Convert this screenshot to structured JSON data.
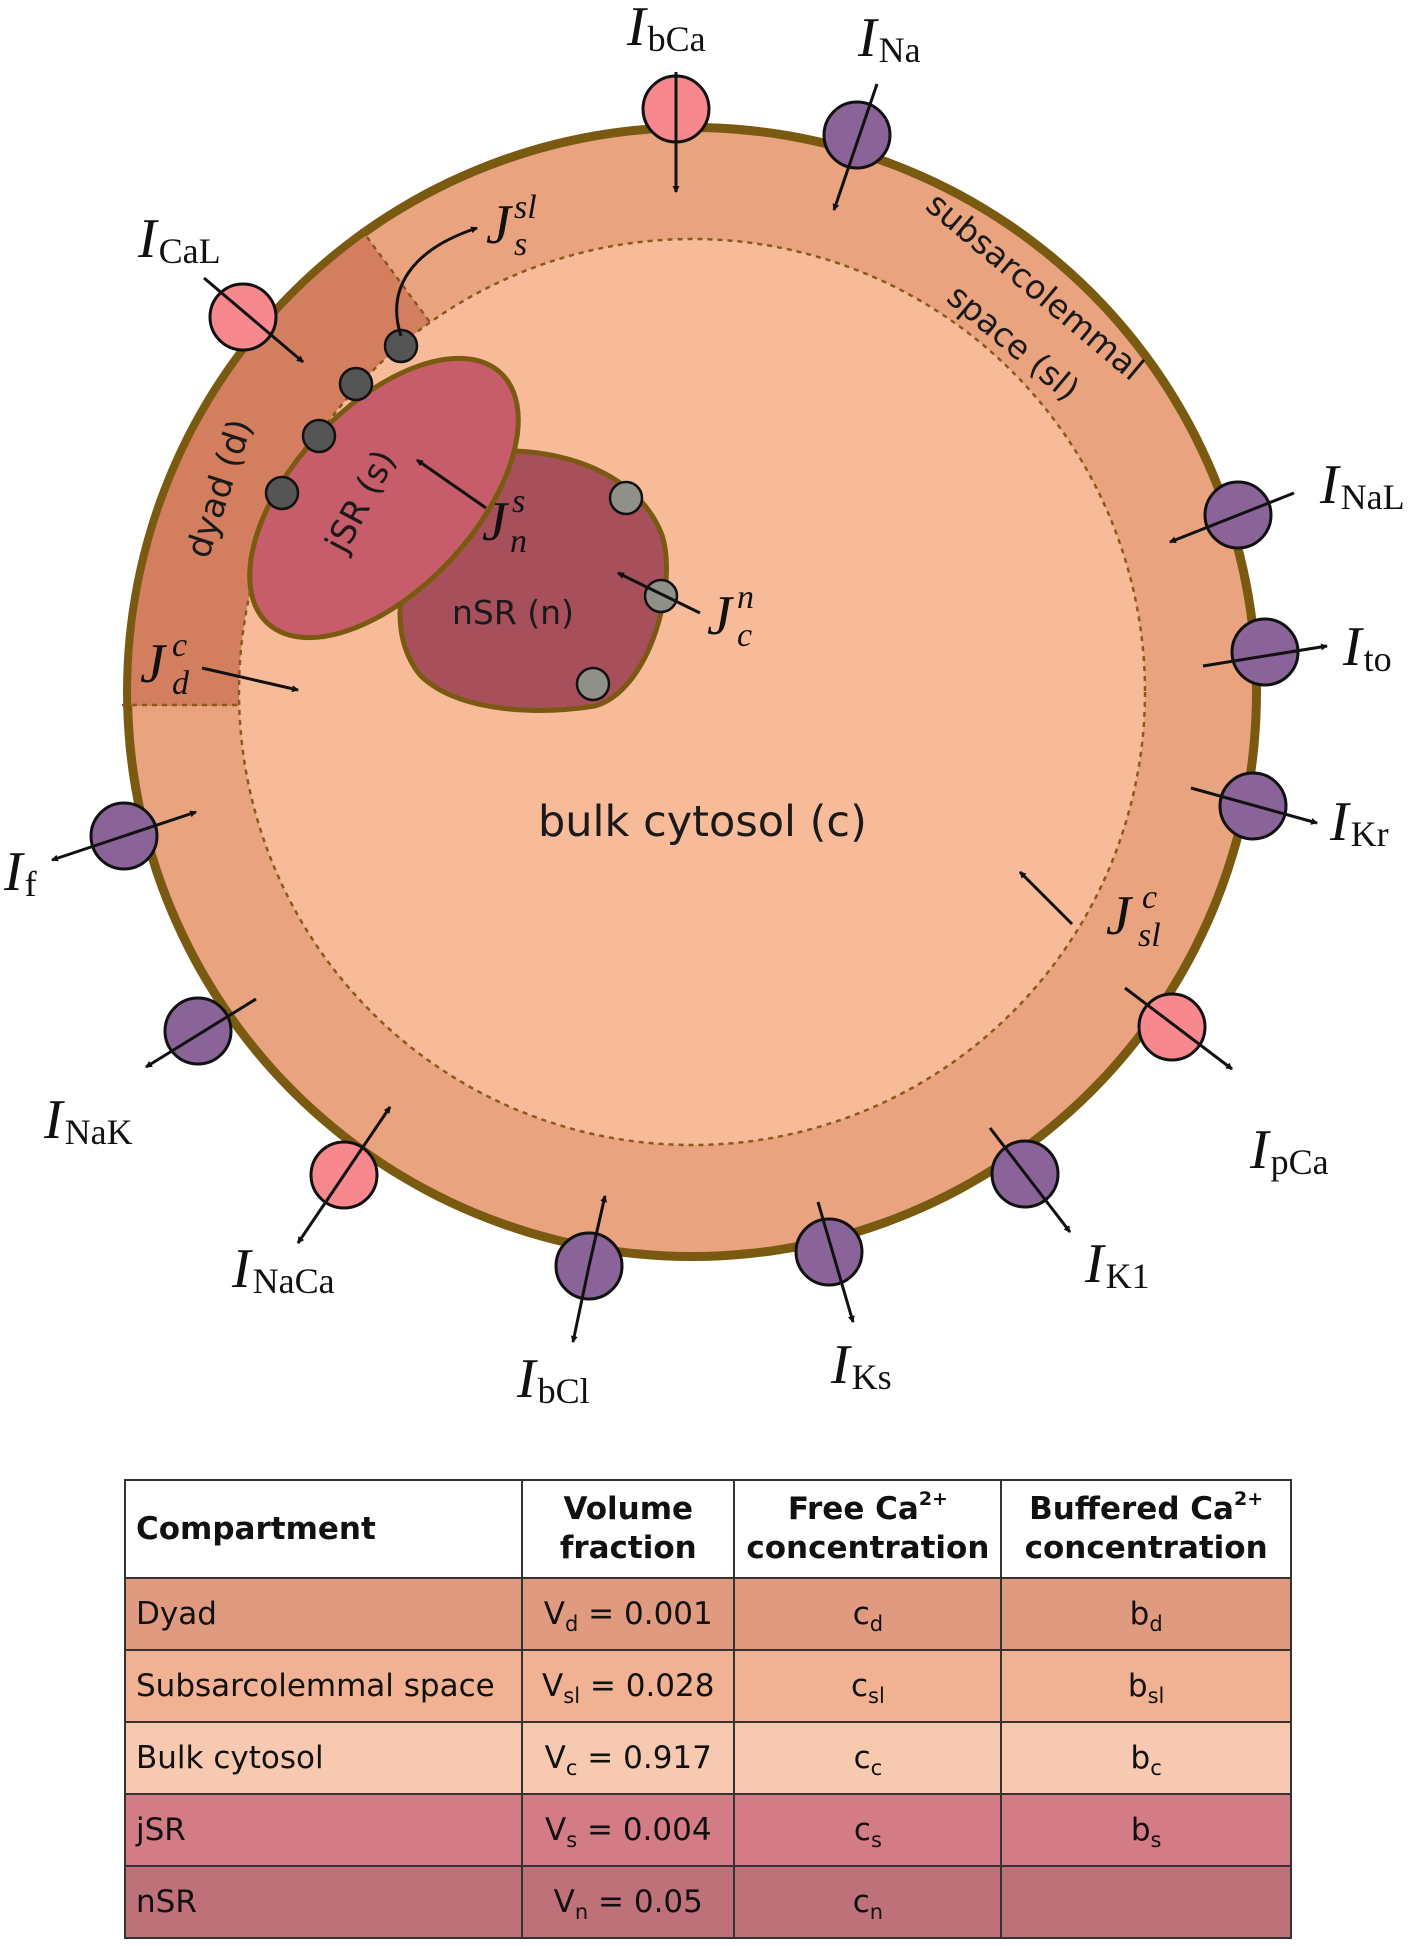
{
  "diagram": {
    "currents": {
      "ICaL": {
        "base": "I",
        "sub": "CaL"
      },
      "IbCa": {
        "base": "I",
        "sub": "bCa"
      },
      "INa": {
        "base": "I",
        "sub": "Na"
      },
      "INaL": {
        "base": "I",
        "sub": "NaL"
      },
      "Ito": {
        "base": "I",
        "sub": "to"
      },
      "IKr": {
        "base": "I",
        "sub": "Kr"
      },
      "IpCa": {
        "base": "I",
        "sub": "pCa"
      },
      "IK1": {
        "base": "I",
        "sub": "K1"
      },
      "IKs": {
        "base": "I",
        "sub": "Ks"
      },
      "IbCl": {
        "base": "I",
        "sub": "bCl"
      },
      "INaCa": {
        "base": "I",
        "sub": "NaCa"
      },
      "INaK": {
        "base": "I",
        "sub": "NaK"
      },
      "If": {
        "base": "I",
        "sub": "f"
      }
    },
    "fluxes": {
      "Jssl": {
        "base": "J",
        "sup": "sl",
        "sub": "s"
      },
      "Jns": {
        "base": "J",
        "sup": "s",
        "sub": "n"
      },
      "Jcn": {
        "base": "J",
        "sup": "n",
        "sub": "c"
      },
      "Jdc": {
        "base": "J",
        "sup": "c",
        "sub": "d"
      },
      "Jslc": {
        "base": "J",
        "sup": "c",
        "sub": "sl"
      }
    },
    "regions": {
      "subsarcolemmal_line1": "subsarcolemmal",
      "subsarcolemmal_line2": "space (sl)",
      "dyad": "dyad (d)",
      "jsr": "jSR (s)",
      "nsr": "nSR (n)",
      "bulk": "bulk cytosol (c)"
    },
    "colors": {
      "membrane": "#7a5a10",
      "subsarcolemmal": "#eaa37f",
      "dyad": "#d27e5f",
      "bulk": "#f8bb9a",
      "jsr": "#c75c6a",
      "nsr": "#a84f5c",
      "ca_channel": "#f7888d",
      "na_k_channel": "#8a6498",
      "ryr": "#555555",
      "serca": "#8f9189"
    }
  },
  "table": {
    "headers": {
      "compartment": "Compartment",
      "volume": {
        "line1": "Volume",
        "line2": "fraction"
      },
      "free": {
        "line1": "Free Ca",
        "sup": "2+",
        "line2": "concentration"
      },
      "buffered": {
        "line1": "Buffered Ca",
        "sup": "2+",
        "line2": "concentration"
      }
    },
    "rows": [
      {
        "name": "Dyad",
        "vbase": "V",
        "vsub": "d",
        "vval": " = 0.001",
        "cbase": "c",
        "csub": "d",
        "bbase": "b",
        "bsub": "d",
        "color": "#df9a80"
      },
      {
        "name": "Subsarcolemmal space",
        "vbase": "V",
        "vsub": "sl",
        "vval": " = 0.028",
        "cbase": "c",
        "csub": "sl",
        "bbase": "b",
        "bsub": "sl",
        "color": "#f0b293"
      },
      {
        "name": "Bulk cytosol",
        "vbase": "V",
        "vsub": "c",
        "vval": " = 0.917",
        "cbase": "c",
        "csub": "c",
        "bbase": "b",
        "bsub": "c",
        "color": "#f7c9b0"
      },
      {
        "name": "jSR",
        "vbase": "V",
        "vsub": "s",
        "vval": " = 0.004",
        "cbase": "c",
        "csub": "s",
        "bbase": "b",
        "bsub": "s",
        "color": "#d47c85"
      },
      {
        "name": "nSR",
        "vbase": "V",
        "vsub": "n",
        "vval": " = 0.05",
        "cbase": "c",
        "csub": "n",
        "bbase": "",
        "bsub": "",
        "color": "#bf717a"
      }
    ]
  }
}
